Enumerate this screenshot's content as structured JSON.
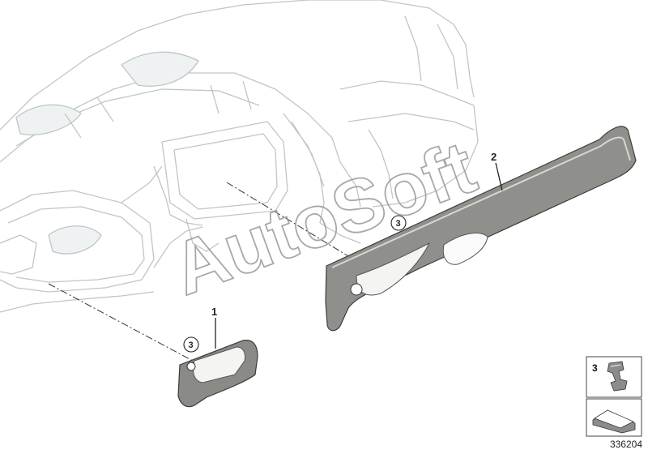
{
  "parts": [
    {
      "callout": "1"
    },
    {
      "callout": "2"
    }
  ],
  "clip_refs": [
    "3",
    "3"
  ],
  "legend": {
    "item_number": "3"
  },
  "watermark": "AutoSoft",
  "doc_number": "336204"
}
